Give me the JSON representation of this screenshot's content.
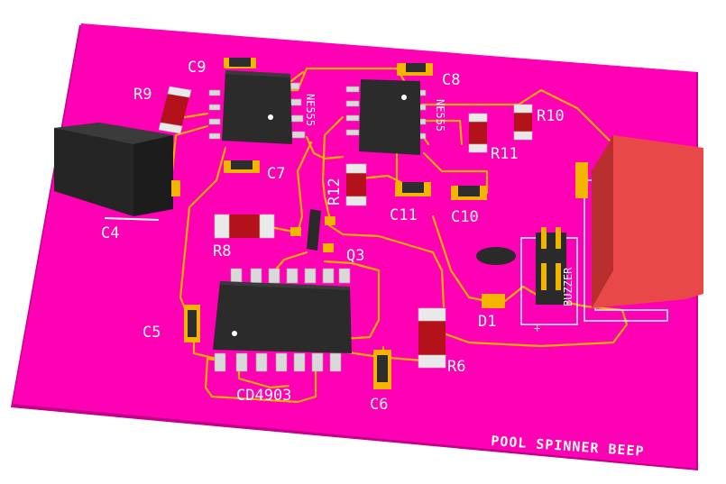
{
  "board": {
    "title": "POOL SPINNER BEEP",
    "colors": {
      "board": "#ff00b4",
      "board_edge": "#c2008a",
      "trace": "#ffb000",
      "pad": "#f5b400",
      "silkscreen": "#ffffff",
      "ic_body": "#2b2b2b",
      "resistor_body": "#b3121a",
      "relay_body": "#e84848"
    }
  },
  "labels": {
    "c9": "C9",
    "c8": "C8",
    "r9": "R9",
    "ne555_left": "NE555",
    "ne555_right": "NE555",
    "r10": "R10",
    "r11": "R11",
    "c7": "C7",
    "r12": "R12",
    "c11": "C11",
    "c10": "C10",
    "c4": "C4",
    "r8": "R8",
    "q3": "Q3",
    "d1": "D1",
    "buzzer": "BUZZER",
    "plus": "+",
    "c5": "C5",
    "r6": "R6",
    "cd4903": "CD4903",
    "c6": "C6"
  }
}
